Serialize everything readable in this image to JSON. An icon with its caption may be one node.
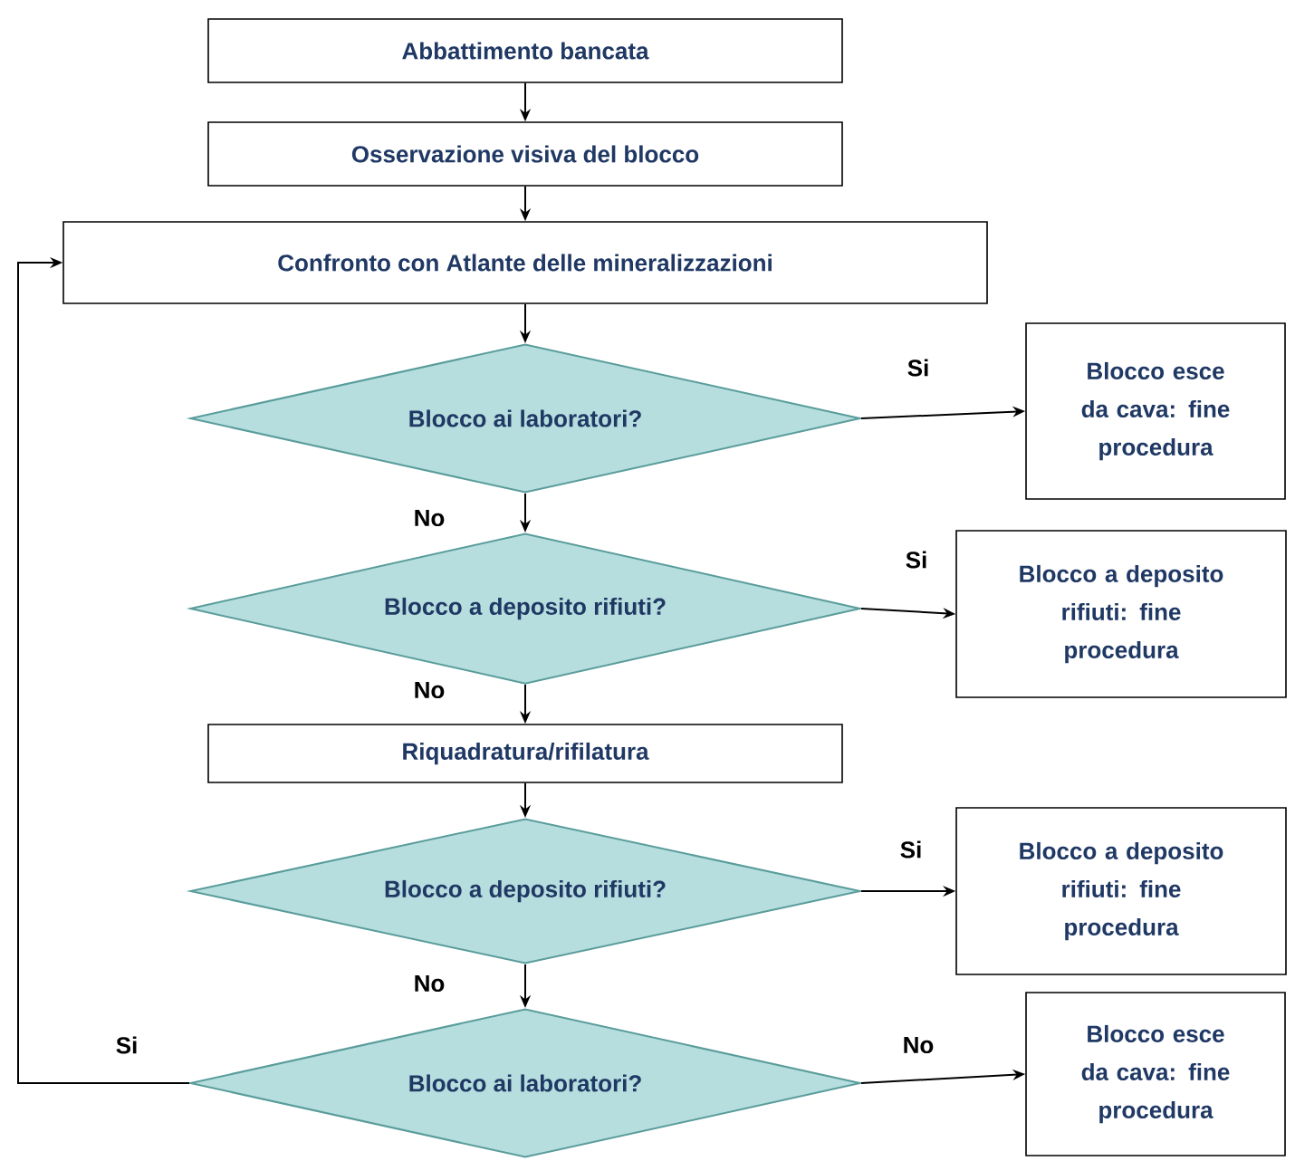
{
  "diagram": {
    "nodes": [
      {
        "text": [
          "Abbattimento bancata"
        ]
      },
      {
        "text": [
          "Osservazione visiva del blocco"
        ]
      },
      {
        "text": [
          "Confronto con Atlante delle mineralizzazioni"
        ]
      },
      {
        "text": [
          "Blocco ai laboratori?"
        ]
      },
      {
        "text": [
          "Blocco esce da cava: fine procedura"
        ]
      },
      {
        "text": [
          "Blocco a deposito rifiuti?"
        ]
      },
      {
        "text": [
          "Blocco a deposito rifiuti: fine procedura"
        ]
      },
      {
        "text": [
          "Riquadratura/rifilatura"
        ]
      },
      {
        "text": [
          "Blocco a deposito rifiuti?"
        ]
      },
      {
        "text": [
          "Blocco a deposito rifiuti: fine procedura"
        ]
      },
      {
        "text": [
          "Blocco ai laboratori?"
        ]
      },
      {
        "text": [
          "Blocco esce da cava: fine procedura"
        ]
      }
    ],
    "edges": [
      {
        "from": 0,
        "to": 1,
        "arrow": "to"
      },
      {
        "from": 1,
        "to": 2,
        "arrow": "to"
      },
      {
        "from": 2,
        "to": 3,
        "arrow": "to"
      },
      {
        "from": 3,
        "to": 4,
        "arrow": "to",
        "label": "Si"
      },
      {
        "from": 3,
        "to": 5,
        "arrow": "to",
        "label": "No"
      },
      {
        "from": 5,
        "to": 6,
        "arrow": "to",
        "label": "Si"
      },
      {
        "from": 5,
        "to": 7,
        "arrow": "to",
        "label": "No"
      },
      {
        "from": 7,
        "to": 8,
        "arrow": "to"
      },
      {
        "from": 8,
        "to": 9,
        "arrow": "to",
        "label": "Si"
      },
      {
        "from": 8,
        "to": 10,
        "arrow": "to",
        "label": "No"
      },
      {
        "from": 10,
        "to": 11,
        "arrow": "to",
        "label": "No"
      },
      {
        "from": 10,
        "to": 2,
        "arrow": "to",
        "label": "Si"
      }
    ]
  }
}
